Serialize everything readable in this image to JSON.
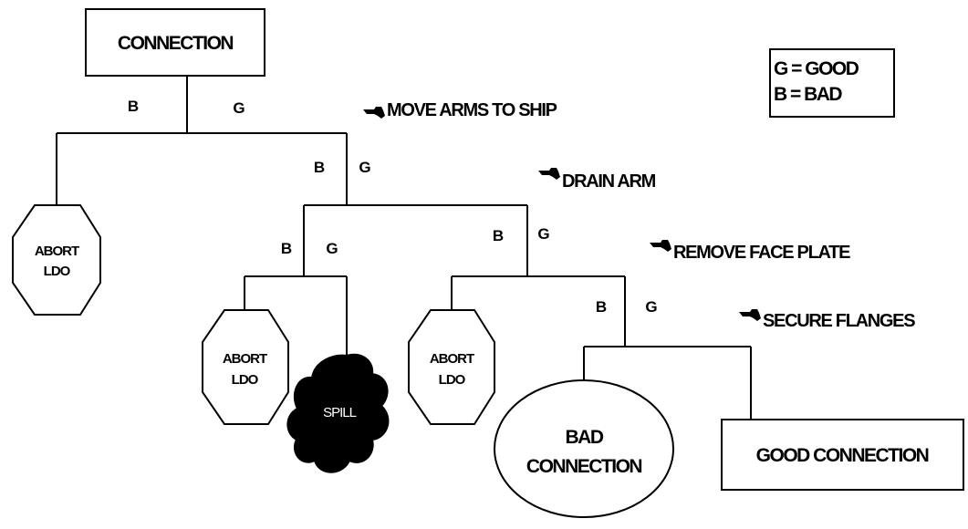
{
  "nodes": {
    "root": "CONNECTION",
    "abort1_line1": "ABORT",
    "abort1_line2": "LDO",
    "abort2_line1": "ABORT",
    "abort2_line2": "LDO",
    "abort3_line1": "ABORT",
    "abort3_line2": "LDO",
    "spill": "SPILL",
    "bad_line1": "BAD",
    "bad_line2": "CONNECTION",
    "good": "GOOD CONNECTION"
  },
  "legend": {
    "good": "G = GOOD",
    "bad": "B = BAD"
  },
  "branches": {
    "b": "B",
    "g": "G"
  },
  "steps": {
    "s1": "MOVE ARMS TO SHIP",
    "s2": "DRAIN ARM",
    "s3": "REMOVE FACE PLATE",
    "s4": "SECURE FLANGES"
  },
  "icons": {
    "step_marker": "pointing-hand-icon"
  }
}
